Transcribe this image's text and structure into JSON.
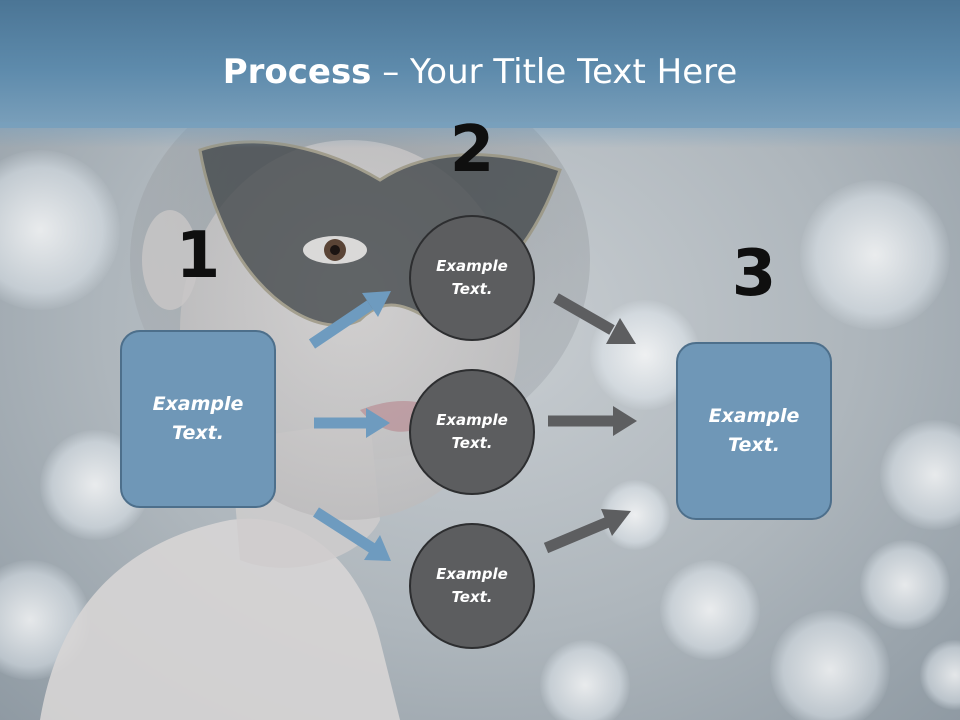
{
  "title": {
    "bold": "Process",
    "rest": " – Your Title Text Here"
  },
  "steps": [
    {
      "number": "1",
      "text": "Example Text."
    },
    {
      "number": "2",
      "text": "Example Text."
    },
    {
      "number": "3",
      "text": "Example Text."
    }
  ],
  "middle_nodes": [
    {
      "text": "Example Text."
    },
    {
      "text": "Example Text."
    },
    {
      "text": "Example Text."
    }
  ],
  "colors": {
    "header": "#5e8bac",
    "box_fill": "#6f97b7",
    "circle_fill": "#5c5d5f",
    "arrow_blue": "#6e9bbf",
    "arrow_gray": "#5d5e60"
  }
}
